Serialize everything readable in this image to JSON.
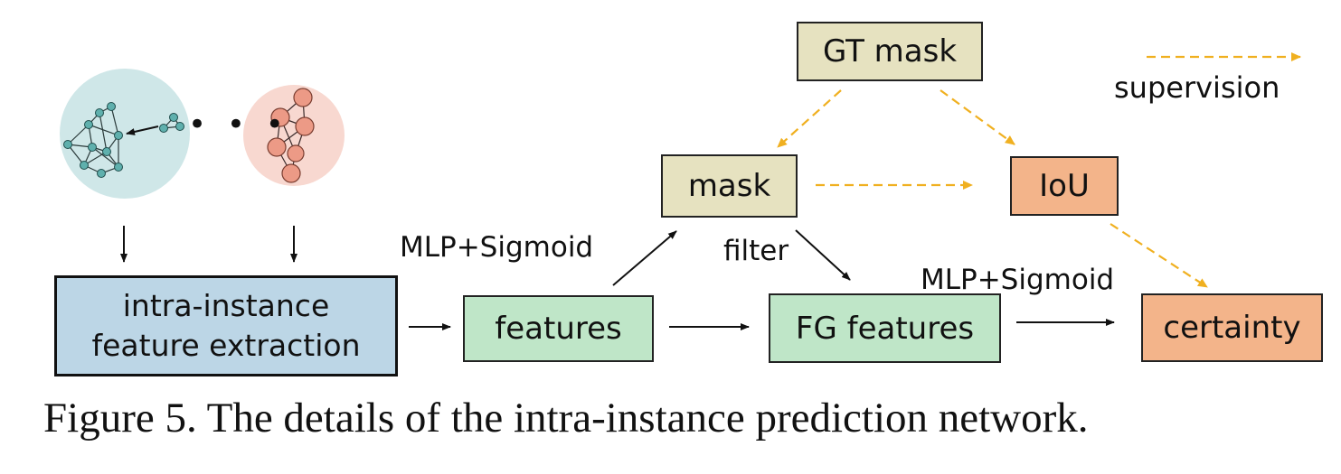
{
  "nodes": {
    "gt_mask": "GT mask",
    "mask": "mask",
    "iou": "IoU",
    "extraction_line1": "intra-instance",
    "extraction_line2": "feature extraction",
    "features": "features",
    "fg_features": "FG features",
    "certainty": "certainty"
  },
  "edge_labels": {
    "mlp_sigmoid_1": "MLP+Sigmoid",
    "filter": "filter",
    "mlp_sigmoid_2": "MLP+Sigmoid"
  },
  "legend": {
    "supervision": "supervision"
  },
  "ellipsis": "• • •",
  "caption": "Figure 5. The details of the intra-instance prediction network.",
  "colors": {
    "gt_mask_fill": "#e6e2c0",
    "mask_fill": "#e6e2c0",
    "iou_fill": "#f3b48a",
    "certainty_fill": "#f3b48a",
    "extraction_fill": "#bcd6e6",
    "features_fill": "#bfe6c8",
    "supervision_arrow": "#f0b020",
    "graph_blob_teal": "#cfe7e8",
    "graph_blob_salmon": "#f8d8d0",
    "teal_node": "#5fb0ad",
    "salmon_node": "#ec9a86"
  },
  "icons": [
    "teal-graph-icon",
    "salmon-graph-icon"
  ]
}
